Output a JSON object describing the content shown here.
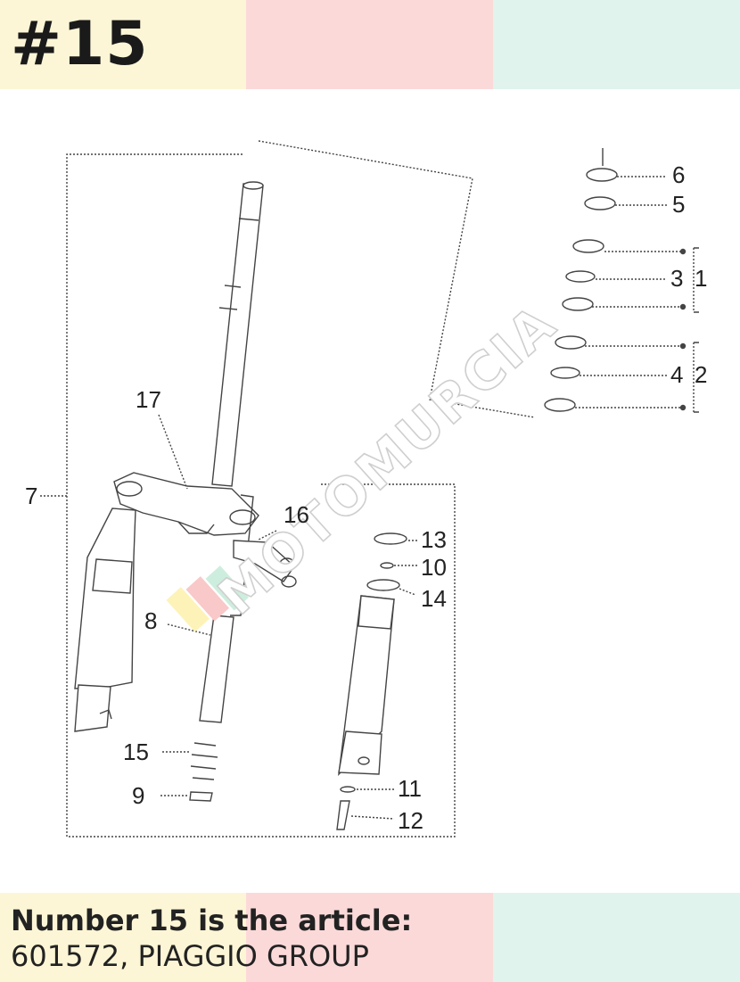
{
  "header": {
    "title": "#15"
  },
  "caption": {
    "heading": "Number 15 is the article:",
    "detail": "601572, PIAGGIO GROUP"
  },
  "diagram": {
    "watermark": "MOTOMURCIA",
    "labels": {
      "l1": "1",
      "l2": "2",
      "l3": "3",
      "l4": "4",
      "l5": "5",
      "l6": "6",
      "l7": "7",
      "l8": "8",
      "l9": "9",
      "l10": "10",
      "l11": "11",
      "l12": "12",
      "l13": "13",
      "l14": "14",
      "l15": "15",
      "l16": "16",
      "l17": "17"
    }
  },
  "colors": {
    "band_yellow": "#fdf6d6",
    "band_pink": "#fcd9d9",
    "band_green": "#e0f3ec",
    "line": "#444444"
  }
}
